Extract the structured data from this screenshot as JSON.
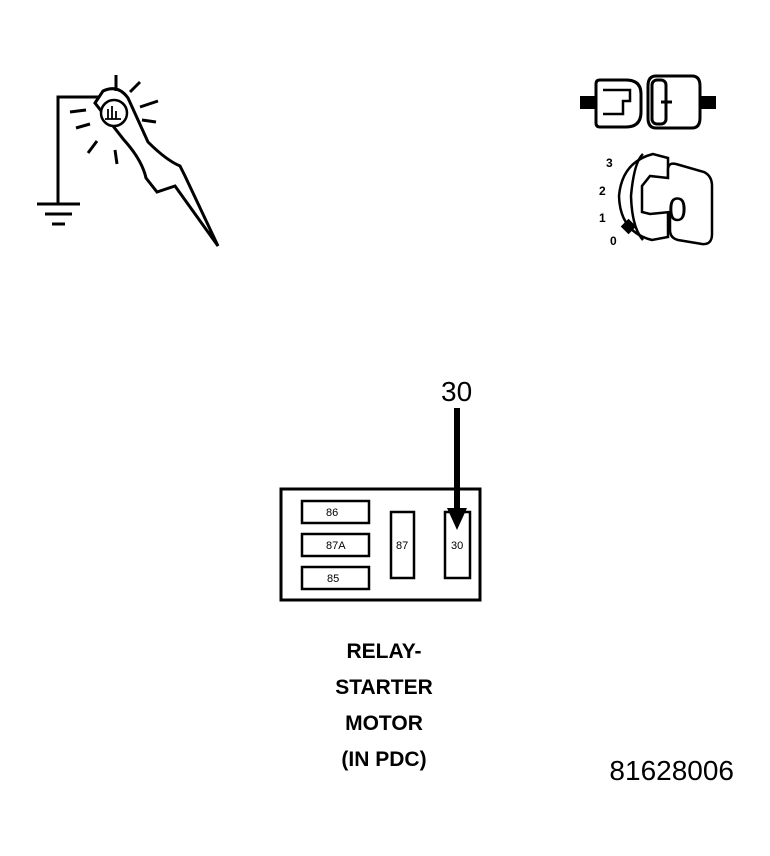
{
  "test_light_icon": "test-light-probe",
  "ground_icon": "ground-symbol",
  "connector_icon": "disconnected-connector",
  "ignition_icon": "ignition-key-switch",
  "ignition": {
    "positions": [
      "3",
      "2",
      "1",
      "0"
    ],
    "key_position": "0"
  },
  "relay": {
    "probe_terminal": "30",
    "pins": {
      "p86": "86",
      "p87a": "87A",
      "p85": "85",
      "p87": "87",
      "p30": "30"
    }
  },
  "caption": {
    "line1": "RELAY-",
    "line2": "STARTER",
    "line3": "MOTOR",
    "line4": "(IN PDC)"
  },
  "figure_number": "81628006"
}
